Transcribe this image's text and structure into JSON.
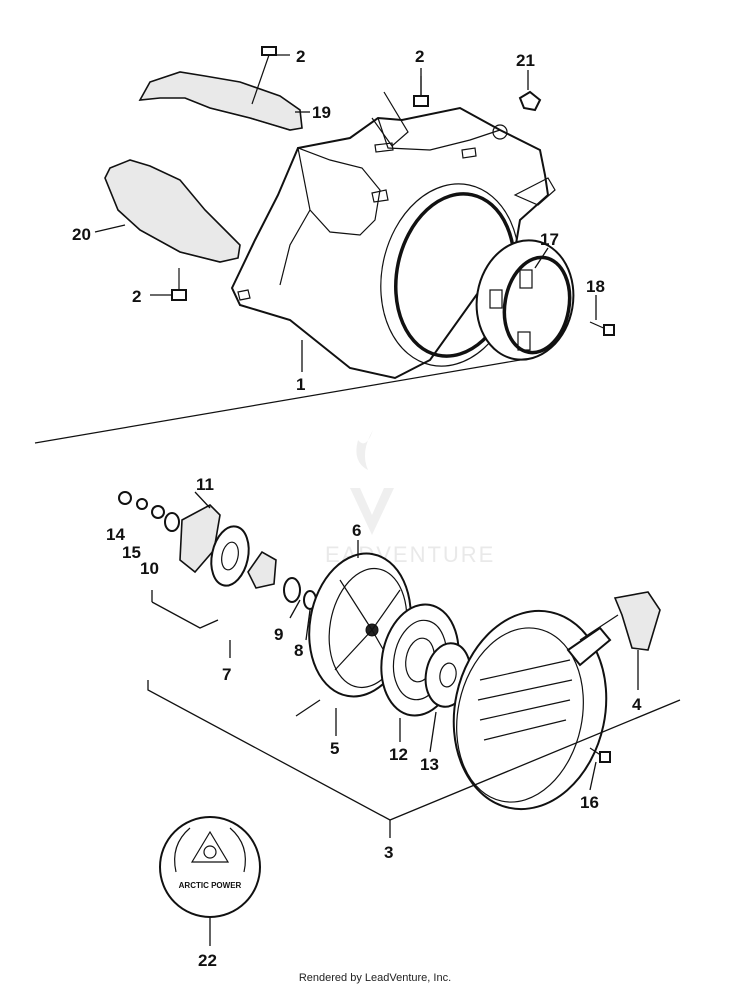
{
  "labels": {
    "l2a": "2",
    "l19": "19",
    "l2b": "2",
    "l21": "21",
    "l20": "20",
    "l17": "17",
    "l18": "18",
    "l2c": "2",
    "l1": "1",
    "l11": "11",
    "l14": "14",
    "l15": "15",
    "l10": "10",
    "l6": "6",
    "l9": "9",
    "l8": "8",
    "l7": "7",
    "l4": "4",
    "l5": "5",
    "l12": "12",
    "l13": "13",
    "l16": "16",
    "l3": "3",
    "l22": "22"
  },
  "watermark": "EADVENTURE",
  "emblem_text": "ARCTIC POWER",
  "footer": "Rendered by LeadVenture, Inc."
}
